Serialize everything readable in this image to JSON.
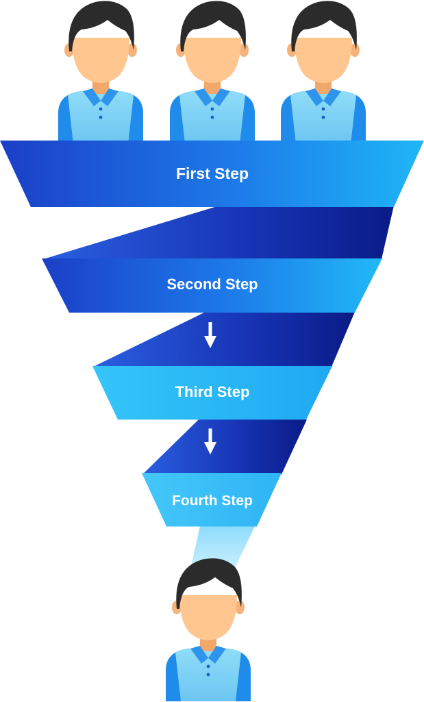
{
  "steps": [
    {
      "label": "First Step"
    },
    {
      "label": "Second Step"
    },
    {
      "label": "Third Step"
    },
    {
      "label": "Fourth Step"
    }
  ],
  "colors": {
    "background": "#ffffff",
    "band_dark": "#1a3cc4",
    "band_mid": "#1c6fe6",
    "band_light": "#28b8f7",
    "band_lightest": "#5fd0f9",
    "connector_dark": "#0b1f8f",
    "person_hair": "#2b2b2b",
    "person_skin": "#ffc68f",
    "person_shirt": "#7fd3f5",
    "person_shirt_side": "#1f8bea",
    "arrow": "#ffffff"
  },
  "icons": {
    "person": "person-icon",
    "arrow": "down-arrow-icon"
  }
}
